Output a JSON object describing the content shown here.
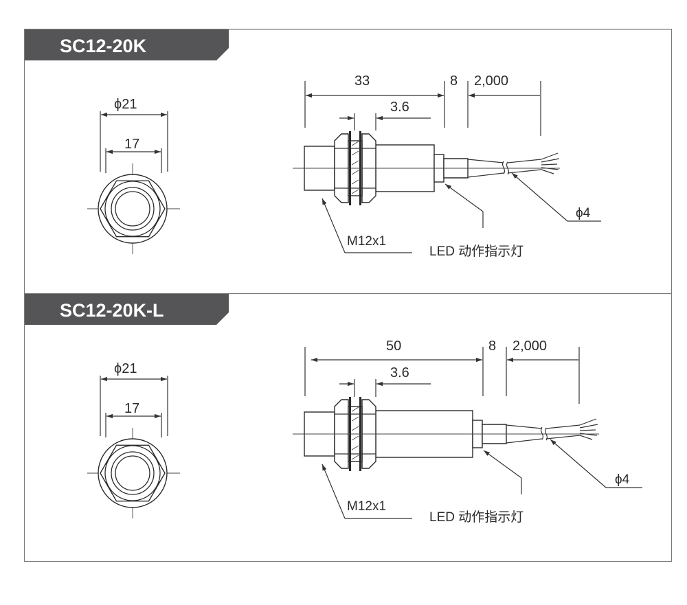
{
  "sections": [
    {
      "title": "SC12-20K",
      "front_view": {
        "outer_dim": "ϕ21",
        "inner_dim": "17"
      },
      "side_view": {
        "length_dim": "33",
        "cable_gap_dim": "8",
        "cable_length_dim": "2,000",
        "nut_dim": "3.6",
        "thread_label": "M12x1",
        "led_label": "LED 动作指示灯",
        "cable_dia_label": "ϕ4"
      }
    },
    {
      "title": "SC12-20K-L",
      "front_view": {
        "outer_dim": "ϕ21",
        "inner_dim": "17"
      },
      "side_view": {
        "length_dim": "50",
        "cable_gap_dim": "8",
        "cable_length_dim": "2,000",
        "nut_dim": "3.6",
        "thread_label": "M12x1",
        "led_label": "LED 动作指示灯",
        "cable_dia_label": "ϕ4"
      }
    }
  ],
  "colors": {
    "tab": "#555557",
    "border": "#7a7a7a",
    "line": "#333333"
  }
}
